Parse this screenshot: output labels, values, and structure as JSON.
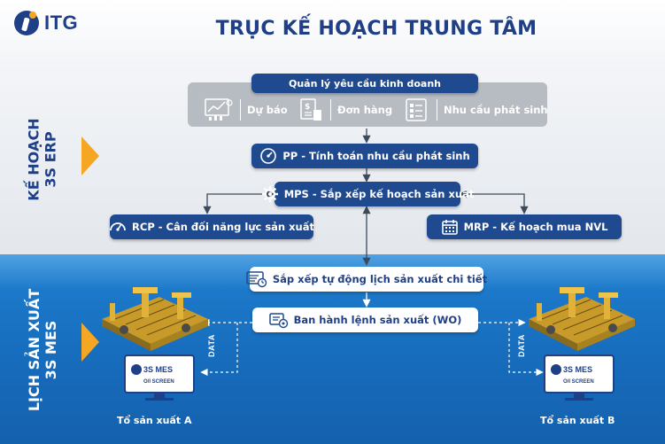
{
  "logo": {
    "text": "ITG"
  },
  "title": "TRỤC KẾ HOẠCH TRUNG TÂM",
  "planning": {
    "label_line1": "KẾ HOẠCH",
    "label_line2": "3S ERP"
  },
  "mes": {
    "label_line1": "LỊCH SẢN XUẤT",
    "label_line2": "3S MES"
  },
  "business_demand": {
    "title": "Quản lý yêu cầu kinh doanh",
    "items": [
      {
        "label": "Dự báo",
        "icon": "forecast-chart-icon"
      },
      {
        "label": "Đơn hàng",
        "icon": "order-document-icon"
      },
      {
        "label": "Nhu cầu phát sinh",
        "icon": "demand-list-icon"
      }
    ]
  },
  "pp": {
    "label": "PP - Tính toán nhu cầu phát sinh",
    "icon": "gauge-icon"
  },
  "mps": {
    "label": "MPS - Sắp xếp kế hoạch sản xuất",
    "icon": "gear-icon"
  },
  "rcp": {
    "label": "RCP - Cân đối năng lực sản xuất",
    "icon": "speedometer-icon"
  },
  "mrp": {
    "label": "MRP - Kế hoạch mua NVL",
    "icon": "calendar-icon"
  },
  "schedule": {
    "label": "Sắp xếp tự động lịch sản xuất chi tiết",
    "icon": "schedule-screen-icon"
  },
  "work_order": {
    "label": "Ban hành lệnh sản xuất (WO)",
    "icon": "work-order-icon"
  },
  "monitor": {
    "line1": "3S MES",
    "line2": "O/I SCREEN"
  },
  "data_label": "DATA",
  "team_a": "Tổ sản xuất A",
  "team_b": "Tổ sản xuất B",
  "colors": {
    "navy": "#1f4a90",
    "title": "#1f3f86",
    "accent": "#f5a623",
    "blue_band": "#176cbc",
    "gray_box": "#b7bcc2"
  }
}
